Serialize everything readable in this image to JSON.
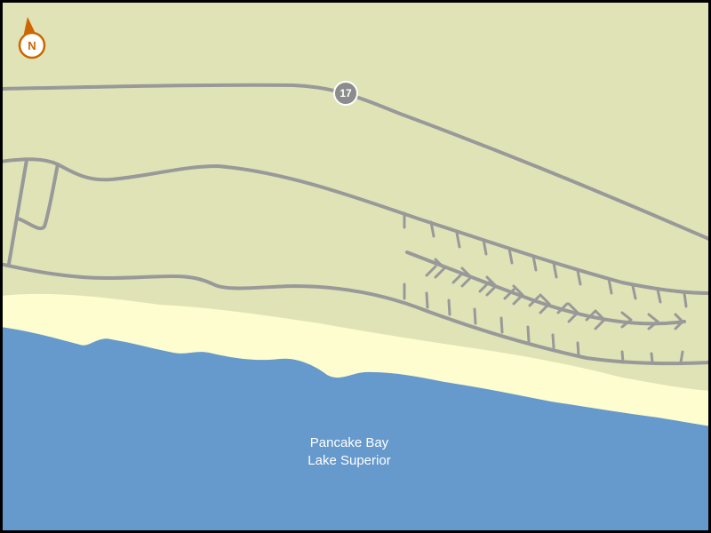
{
  "map": {
    "water_label_line1": "Pancake Bay",
    "water_label_line2": "Lake Superior",
    "highway_number": "17",
    "north_label": "N"
  },
  "colors": {
    "land": "#dfe3b6",
    "beach": "#fdfdcf",
    "water": "#6699cc",
    "road": "#999999",
    "shield_fill": "#8c8c8c",
    "shield_text": "#ffffff",
    "north_accent": "#cc6600",
    "label_text": "#ffffff",
    "frame": "#000000"
  },
  "icons": {
    "north_arrow": "north-arrow-icon",
    "highway_shield": "highway-shield-icon"
  }
}
